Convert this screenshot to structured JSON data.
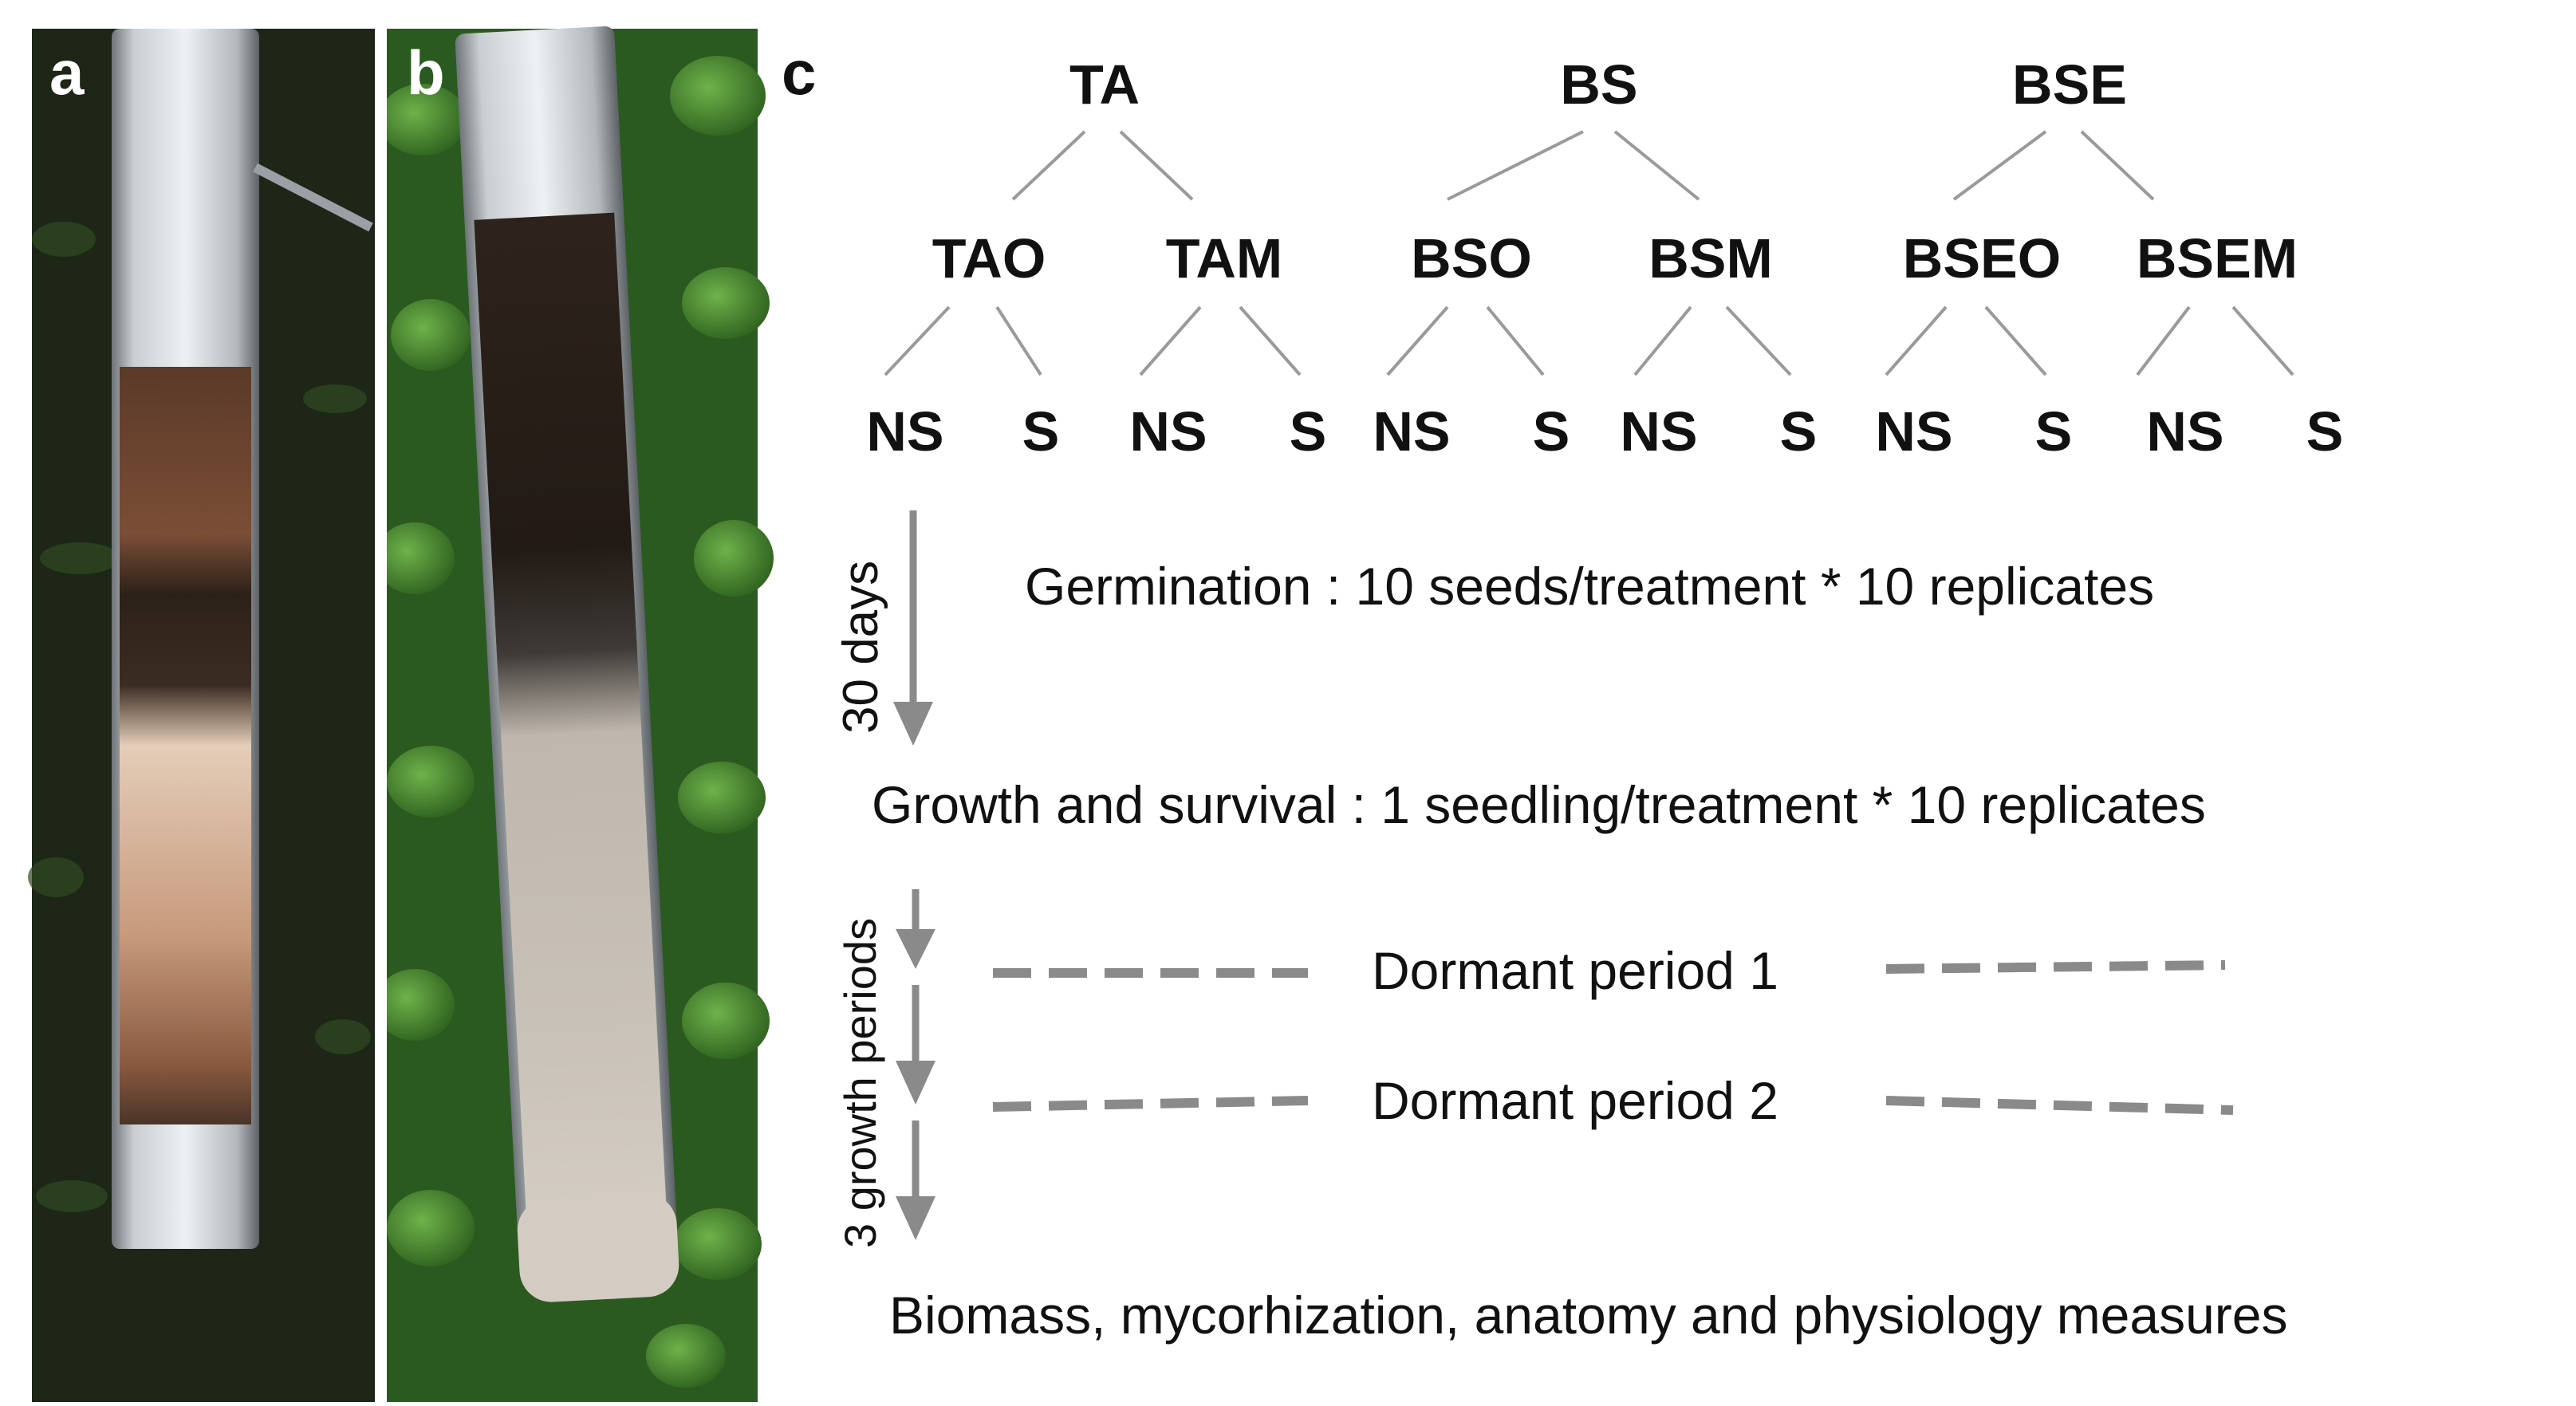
{
  "panels": {
    "a": "a",
    "b": "b",
    "c": "c"
  },
  "tree": {
    "level1": [
      "TA",
      "BS",
      "BSE"
    ],
    "level2": [
      "TAO",
      "TAM",
      "BSO",
      "BSM",
      "BSEO",
      "BSEM"
    ],
    "level3": [
      "NS",
      "S",
      "NS",
      "S",
      "NS",
      "S",
      "NS",
      "S",
      "NS",
      "S",
      "NS",
      "S"
    ]
  },
  "flow": {
    "duration_label": "30 days",
    "germination": "Germination : 10 seeds/treatment * 10 replicates",
    "growth": "Growth and survival : 1 seedling/treatment  * 10 replicates",
    "periods_label": "3 growth periods",
    "dormant1": "Dormant period 1",
    "dormant2": "Dormant period 2",
    "final": "Biomass, mycorhization, anatomy and physiology measures"
  },
  "colors": {
    "arrow": "#8a8a8a",
    "tree_line": "#9a9a9a",
    "text": "#111111",
    "photo_bg_a": "#1f2a1a",
    "photo_bg_b": "#2f6a24",
    "tube": "#b9bec2",
    "soil_dark": "#3a2a20",
    "soil_mid": "#7a5a44",
    "soil_light": "#d8cbbf"
  }
}
